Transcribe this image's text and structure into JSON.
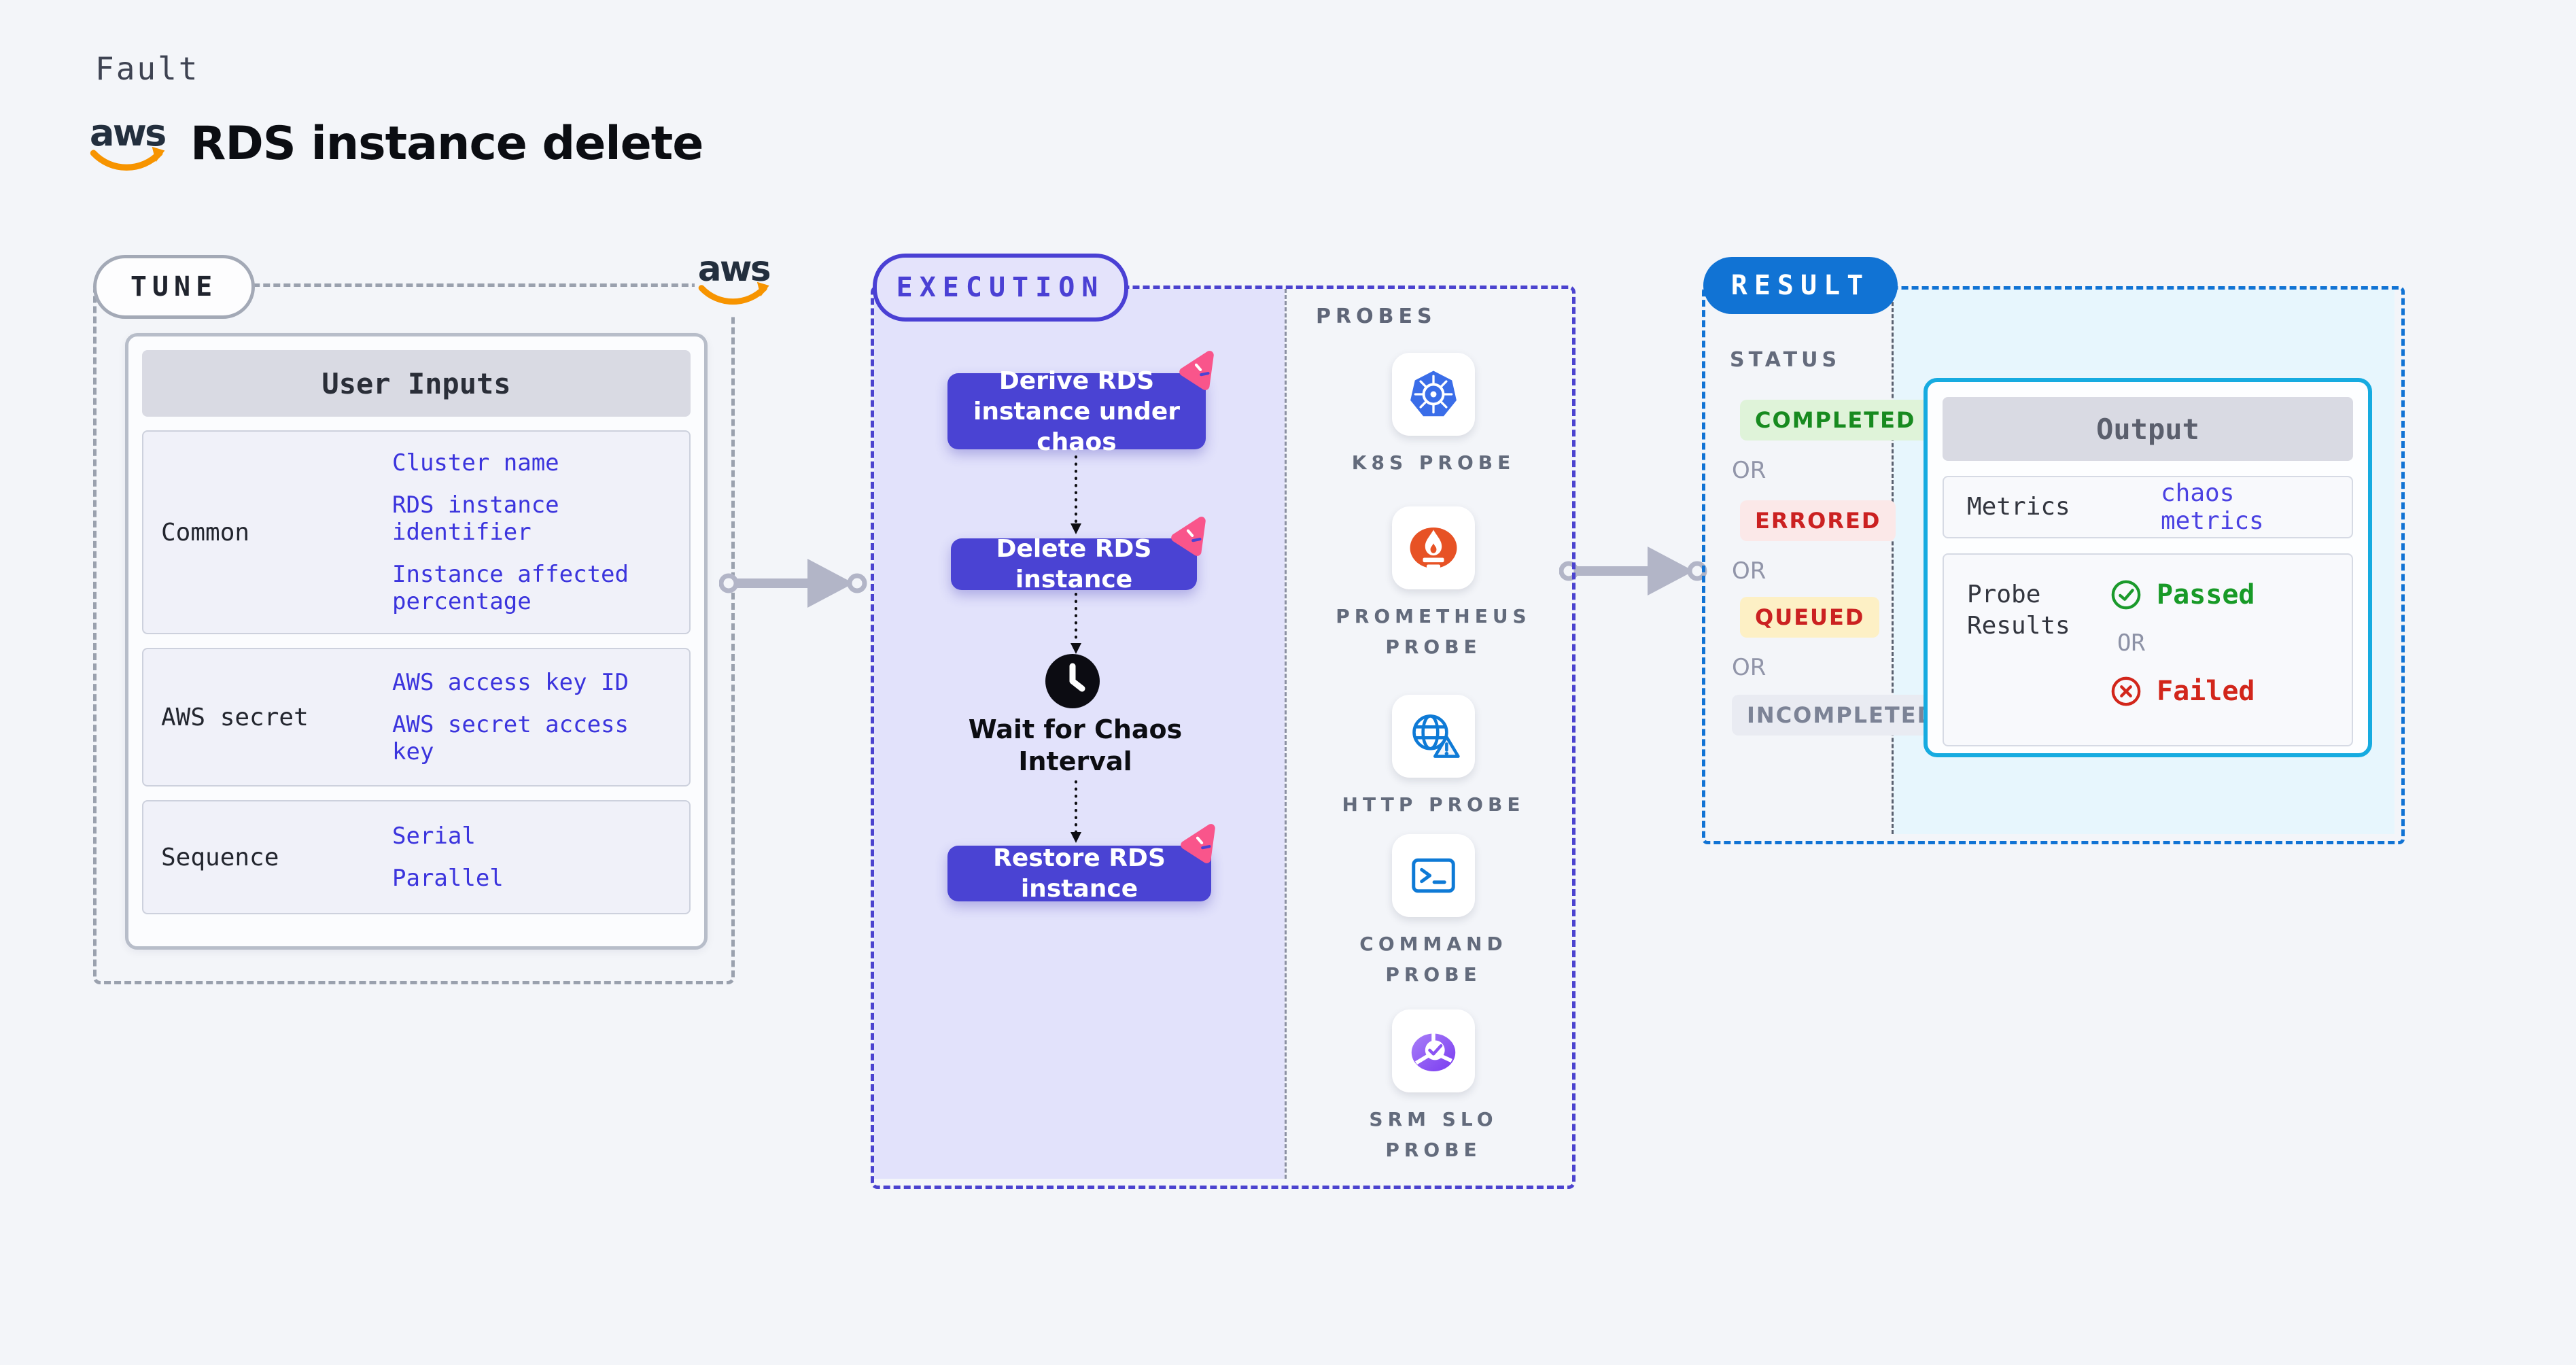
{
  "header": {
    "category_label": "Fault",
    "title": "RDS instance delete",
    "brand": "aws"
  },
  "tune": {
    "badge_label": "TUNE",
    "table": {
      "header": "User Inputs",
      "rows": [
        {
          "label": "Common",
          "values": [
            "Cluster name",
            "RDS instance identifier",
            "Instance affected percentage"
          ]
        },
        {
          "label": "AWS secret",
          "values": [
            "AWS access key ID",
            "AWS secret access key"
          ]
        },
        {
          "label": "Sequence",
          "values": [
            "Serial",
            "Parallel"
          ]
        }
      ]
    }
  },
  "execution": {
    "badge_label": "EXECUTION",
    "steps": [
      "Derive RDS instance under chaos",
      "Delete RDS instance",
      "Restore RDS instance"
    ],
    "wait_label": "Wait for Chaos Interval"
  },
  "probes": {
    "panel_label": "PROBES",
    "items": [
      {
        "name": "K8S PROBE",
        "icon": "kubernetes-icon"
      },
      {
        "name": "PROMETHEUS PROBE",
        "icon": "prometheus-icon"
      },
      {
        "name": "HTTP PROBE",
        "icon": "http-globe-warning-icon"
      },
      {
        "name": "COMMAND PROBE",
        "icon": "terminal-icon"
      },
      {
        "name": "SRM SLO PROBE",
        "icon": "srm-slo-icon"
      }
    ]
  },
  "result": {
    "badge_label": "RESULT",
    "status": {
      "label": "STATUS",
      "or_label": "OR",
      "states": [
        "COMPLETED",
        "ERRORED",
        "QUEUED",
        "INCOMPLETED"
      ]
    },
    "output": {
      "header": "Output",
      "metrics_label": "Metrics",
      "metrics_value": "chaos metrics",
      "probe_results_label": "Probe Results",
      "passed_label": "Passed",
      "or_label": "OR",
      "failed_label": "Failed"
    }
  },
  "icons": {
    "brand": "aws-smile-logo-icon",
    "wait": "clock-icon",
    "step_badge": "chaos-scenario-icon",
    "passed": "check-circle-icon",
    "failed": "x-circle-icon",
    "flow": "flow-arrow-icon",
    "step_connector": "dotted-arrow-icon"
  },
  "colors": {
    "page_bg": "#f3f5f9",
    "accent_indigo": "#4a43d3",
    "accent_blue": "#1173d4",
    "output_border_cyan": "#16abe0",
    "link_blue": "#3b34dd",
    "passed_green": "#189a27",
    "failed_red": "#d2261b",
    "aws_orange": "#f79400",
    "chaos_pink": "#f9558b",
    "execution_bg": "#e2e2fb",
    "result_bg": "#e7f6fd",
    "completed_green": "#178a1f",
    "errored_red": "#cb2121",
    "queued_yellow_bg": "#fdf0c5",
    "incompleted_gray": "#7c8396"
  }
}
